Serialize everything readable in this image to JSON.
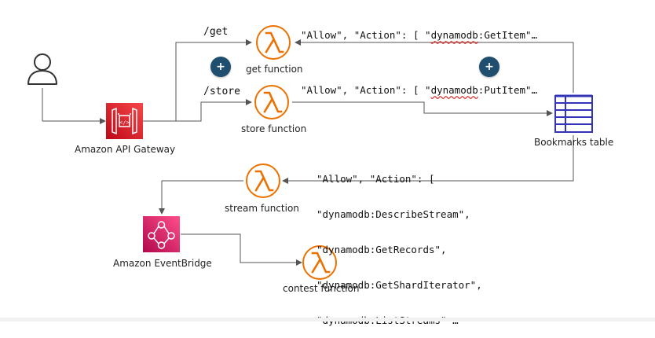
{
  "nodes": {
    "user": {
      "label": ""
    },
    "api_gateway": {
      "label": "Amazon API Gateway"
    },
    "get_function": {
      "label": "get function"
    },
    "store_function": {
      "label": "store function"
    },
    "bookmarks_table": {
      "label": "Bookmarks table"
    },
    "stream_function": {
      "label": "stream function"
    },
    "eventbridge": {
      "label": "Amazon EventBridge"
    },
    "contest_function": {
      "label": "contest function"
    }
  },
  "routes": {
    "get": "/get",
    "store": "/store"
  },
  "policies": {
    "get_prefix": "\"Allow\", \"Action\": [ \"",
    "get_service": "dynamodb",
    "get_suffix": ":GetItem\"…",
    "store_prefix": "\"Allow\", \"Action\": [ \"",
    "store_service": "dynamodb",
    "store_suffix": ":PutItem\"…",
    "stream_lines": [
      "\"Allow\", \"Action\": [",
      "\"dynamodb:DescribeStream\",",
      "\"dynamodb:GetRecords\",",
      "\"dynamodb:GetShardIterator\",",
      "\"dynamodb:ListStreams\" …"
    ]
  },
  "add_buttons": {
    "glyph": "+"
  },
  "colors": {
    "lambda": "#ED7100",
    "api_gateway": "#E7157B",
    "eventbridge": "#E7157B",
    "dynamodb": "#3334B9",
    "plus_button": "#1F4E6F",
    "connector": "#555555"
  }
}
